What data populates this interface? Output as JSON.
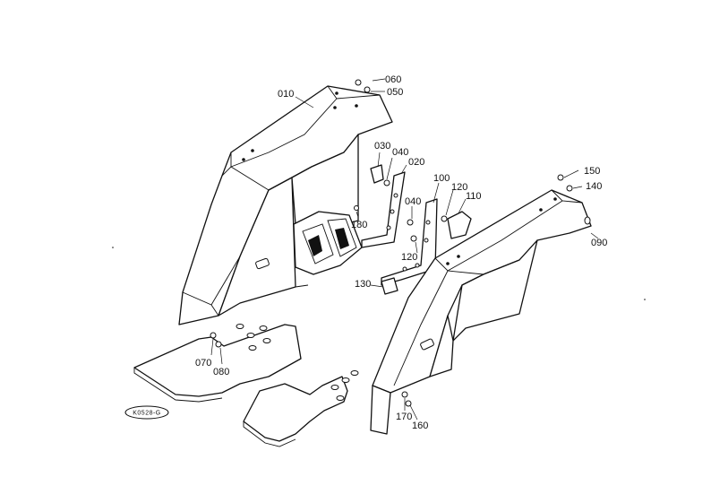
{
  "diagram": {
    "stamp": "K0528-G",
    "callouts": [
      "010",
      "020",
      "030",
      "040",
      "040",
      "050",
      "060",
      "070",
      "080",
      "090",
      "100",
      "110",
      "120",
      "120",
      "130",
      "140",
      "150",
      "160",
      "170",
      "180"
    ]
  }
}
